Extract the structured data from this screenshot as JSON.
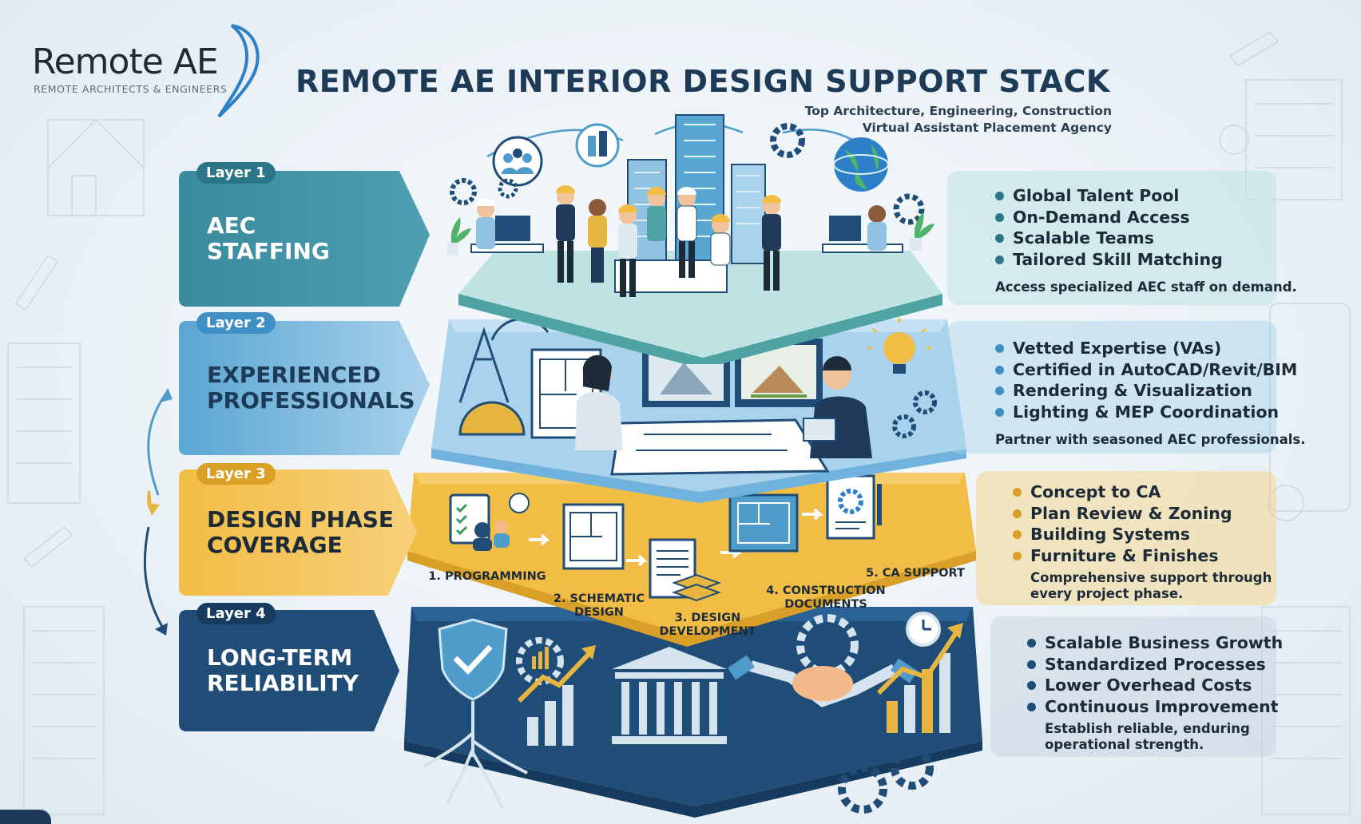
{
  "brand": {
    "logo_text": "Remote AE",
    "logo_subtext": "REMOTE ARCHITECTS & ENGINEERS"
  },
  "header": {
    "title": "REMOTE AE INTERIOR DESIGN SUPPORT STACK",
    "subtitle_line1": "Top Architecture, Engineering, Construction",
    "subtitle_line2": "Virtual Assistant Placement Agency"
  },
  "colors": {
    "layer1": "#3a8a9e",
    "layer2": "#5aa6d3",
    "layer3": "#f2bd45",
    "layer4": "#1f4d78",
    "title": "#1d3a57"
  },
  "layers": [
    {
      "tag": "Layer 1",
      "title_line1": "AEC",
      "title_line2": "STAFFING",
      "bullets": [
        "Global Talent Pool",
        "On-Demand Access",
        "Scalable Teams",
        "Tailored Skill Matching"
      ],
      "description_line1": "Access specialized AEC staff on demand.",
      "description_line2": ""
    },
    {
      "tag": "Layer 2",
      "title_line1": "EXPERIENCED",
      "title_line2": "PROFESSIONALS",
      "bullets": [
        "Vetted Expertise (VAs)",
        "Certified in AutoCAD/Revit/BIM",
        "Rendering & Visualization",
        "Lighting & MEP Coordination"
      ],
      "description_line1": "Partner with seasoned AEC professionals.",
      "description_line2": ""
    },
    {
      "tag": "Layer 3",
      "title_line1": "DESIGN PHASE",
      "title_line2": "COVERAGE",
      "bullets": [
        "Concept to CA",
        "Plan Review & Zoning",
        "Building Systems",
        "Furniture & Finishes"
      ],
      "description_line1": "Comprehensive support through",
      "description_line2": "every project phase."
    },
    {
      "tag": "Layer 4",
      "title_line1": "LONG-TERM",
      "title_line2": "RELIABILITY",
      "bullets": [
        "Scalable Business Growth",
        "Standardized Processes",
        "Lower Overhead Costs",
        "Continuous Improvement"
      ],
      "description_line1": "Establish reliable, enduring",
      "description_line2": "operational strength."
    }
  ],
  "phases": {
    "p1": "1. PROGRAMMING",
    "p2a": "2. SCHEMATIC",
    "p2b": "DESIGN",
    "p3a": "3. DESIGN",
    "p3b": "DEVELOPMENT",
    "p4a": "4. CONSTRUCTION",
    "p4b": "DOCUMENTS",
    "p5": "5. CA SUPPORT"
  }
}
